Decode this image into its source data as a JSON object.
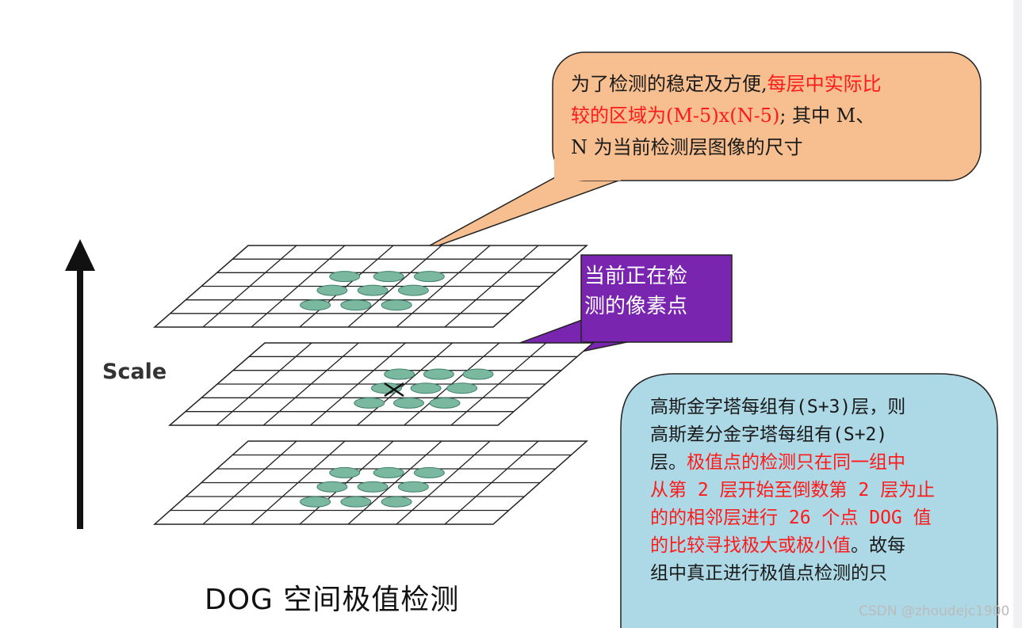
{
  "axis": {
    "label": "Scale"
  },
  "caption": "DOG 空间极值检测",
  "callouts": {
    "orange": {
      "lines": [
        [
          {
            "text": "为了检测的稳定及方便,",
            "red": false
          },
          {
            "text": "每层中实际比",
            "red": true
          }
        ],
        [
          {
            "text": "较的区域为(M-5)x(N-5)",
            "red": true
          },
          {
            "text": "; 其中 M、",
            "red": false
          }
        ],
        [
          {
            "text": "N 为当前检测层图像的尺寸",
            "red": false
          }
        ]
      ]
    },
    "purple": {
      "lines": [
        "当前正在检",
        "测的像素点"
      ]
    },
    "blue": {
      "lines": [
        [
          {
            "text": "高斯金字塔每组有(S+3)层，则",
            "red": false
          }
        ],
        [
          {
            "text": "高斯差分金字塔每组有(S+2)",
            "red": false
          }
        ],
        [
          {
            "text": "层。",
            "red": false
          },
          {
            "text": "极值点的检测只在同一组中",
            "red": true
          }
        ],
        [
          {
            "text": "从第 2 层开始至倒数第 2 层为止",
            "red": true
          }
        ],
        [
          {
            "text": "的的相邻层进行 26 个点 DOG 值",
            "red": true
          }
        ],
        [
          {
            "text": "的比较寻找极大或极小值",
            "red": true
          },
          {
            "text": "。故每",
            "red": false
          }
        ],
        [
          {
            "text": "组中真正进行极值点检测的只",
            "red": false
          }
        ]
      ]
    }
  },
  "watermark": "CSDN @zhoudejc1900",
  "colors": {
    "orange_fill": "#f7bf8f",
    "purple_fill": "#7a25b0",
    "blue_fill": "#add8e6",
    "ellipse_fill": "#7ab8a0",
    "grid_stroke": "#222222",
    "highlight_text": "#ff1a1a"
  }
}
